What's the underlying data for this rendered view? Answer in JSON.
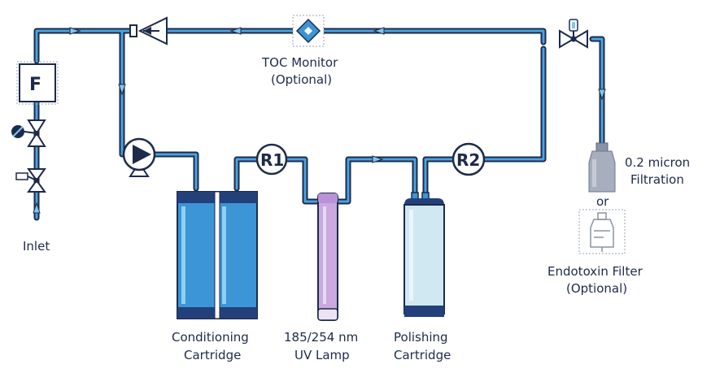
{
  "colors": {
    "pipe_outer": "#1d2a4a",
    "pipe_inner": "#4aa3df",
    "arrow": "#7ec8f0",
    "conditioning_fill": "#3b95d6",
    "polishing_fill": "#cfe8f2",
    "uv_fill": "#c9a9df",
    "component_dark": "#1d2a4a"
  },
  "labels": {
    "inlet": "Inlet",
    "flow_meter": "F",
    "toc_line1": "TOC Monitor",
    "toc_line2": "(Optional)",
    "r1": "R1",
    "r2": "R2",
    "conditioning_line1": "Conditioning",
    "conditioning_line2": "Cartridge",
    "uv_line1": "185/254 nm",
    "uv_line2": "UV Lamp",
    "polishing_line1": "Polishing",
    "polishing_line2": "Cartridge",
    "filtration_line1": "0.2 micron",
    "filtration_line2": "Filtration",
    "or": "or",
    "endotoxin_line1": "Endotoxin Filter",
    "endotoxin_line2": "(Optional)"
  },
  "icons": {
    "inlet_valve_top": "solenoid-valve-icon",
    "inlet_valve_bottom": "valve-icon",
    "check_valve": "check-valve-icon",
    "pump": "pump-icon",
    "toc_sensor": "toc-sensor-icon",
    "dispense_valve": "dispense-valve-icon",
    "final_filter": "filter-icon",
    "endotoxin_filter": "endotoxin-filter-icon"
  }
}
